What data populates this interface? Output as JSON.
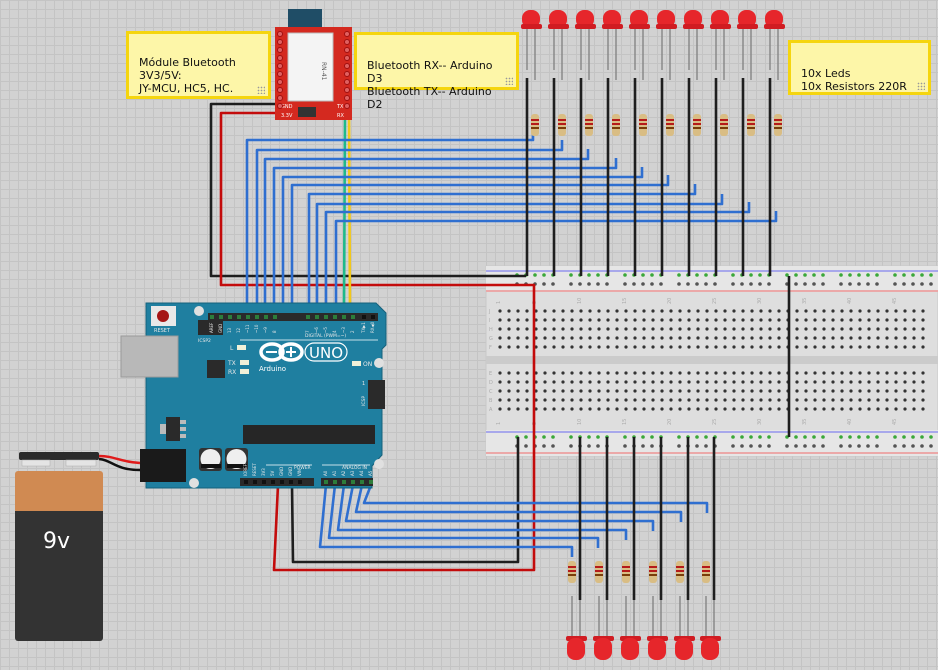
{
  "notes": {
    "bluetooth_module": "Módule Bluetooth\n3V3/5V:\nJY-MCU, HC5, HC.",
    "bluetooth_wiring": "Bluetooth RX-- Arduino D3\nBluetooth TX-- Arduino D2",
    "parts_list": "10x Leds\n10x Resistors 220R"
  },
  "bluetooth": {
    "model": "RN-41",
    "pins_left": [
      "GND",
      "3.3V"
    ],
    "pins_right": [
      "TX",
      "RX"
    ]
  },
  "arduino": {
    "brand": "Arduino",
    "model": "UNO",
    "reset_label": "RESET",
    "icsp2_label": "ICSP2",
    "icsp_label": "ICSP",
    "icsp_pin1": "1",
    "led_labels": [
      "L",
      "TX",
      "RX"
    ],
    "on_label": "ON",
    "digital_header_label": "DIGITAL (PWM=~)",
    "digital_pins": [
      "AREF",
      "GND",
      "13",
      "12",
      "~11",
      "~10",
      "~9",
      "8",
      "7",
      "~6",
      "~5",
      "4",
      "~3",
      "2",
      "TX▶1",
      "RX◀0"
    ],
    "power_header_label": "POWER",
    "power_pins": [
      "IOREF",
      "RESET",
      "3V3",
      "5V",
      "GND",
      "GND",
      "VIN"
    ],
    "analog_header_label": "ANALOG IN",
    "analog_pins": [
      "A0",
      "A1",
      "A2",
      "A3",
      "A4",
      "A5"
    ]
  },
  "battery": {
    "label": "9v"
  },
  "breadboard": {
    "column_numbers": [
      "1",
      "5",
      "10",
      "15",
      "20",
      "25",
      "30",
      "35",
      "40",
      "45"
    ],
    "row_letters_top": [
      "J",
      "I",
      "H",
      "G",
      "F"
    ],
    "row_letters_bottom": [
      "E",
      "D",
      "C",
      "B",
      "A"
    ]
  },
  "components": {
    "top_led_count": 10,
    "bottom_led_count": 6,
    "resistor_value": "220R"
  },
  "colors": {
    "wire_blue": "#2f6fd0",
    "wire_black": "#1e1e1e",
    "wire_red": "#c30b0b",
    "wire_green": "#1fb98a",
    "wire_yellow": "#f2c81a",
    "arduino_board": "#1f7fa0",
    "bt_board": "#d4291f",
    "led_red": "#e6262b",
    "note_bg": "#fdf6a8",
    "note_border": "#f5d50e"
  }
}
